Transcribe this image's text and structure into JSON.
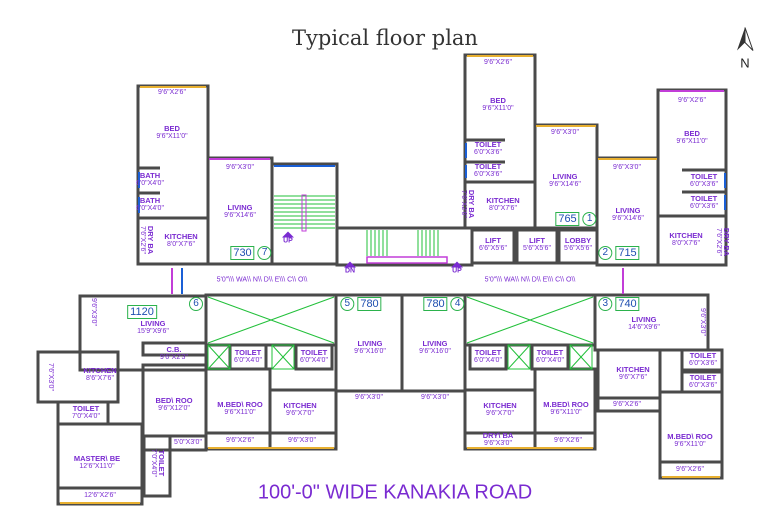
{
  "title": "Typical floor plan",
  "road_label": "100'-0\" WIDE KANAKIA ROAD",
  "compass": {
    "icon": "north-arrow-icon",
    "label": "N"
  },
  "colors": {
    "walls": "#4a4a4a",
    "text": "#7a2bd1",
    "area_box": "#2bb24c",
    "stairs": "#22c03a",
    "window": "#1a5fd6"
  },
  "corridor_text": "5'0\"\\\\\\ WA\\\\ N\\\\ D\\\\ E\\\\\\ C\\\\ O\\\\",
  "stairs": {
    "up": "UP",
    "dn": "DN"
  },
  "flats": [
    {
      "number": "1",
      "area": "765"
    },
    {
      "number": "2",
      "area": "715"
    },
    {
      "number": "3",
      "area": "740"
    },
    {
      "number": "4",
      "area": "780"
    },
    {
      "number": "5",
      "area": "780"
    },
    {
      "number": "6",
      "area": "1120"
    },
    {
      "number": "7",
      "area": "730"
    }
  ],
  "rooms": {
    "f7": {
      "balcony": "9'6\"X2'6\"",
      "bed": {
        "name": "BED",
        "size": "9'6\"X11'0\""
      },
      "bath1": {
        "name": "BATH",
        "size": "6'0\"X4'0\""
      },
      "bath2": {
        "name": "BATH",
        "size": "6'0\"X4'0\""
      },
      "dry": {
        "name": "DRY BA",
        "size": "7'6\"X2'6\""
      },
      "kitchen": {
        "name": "KITCHEN",
        "size": "8'0\"X7'6\""
      },
      "living_balcony": "9'6\"X3'0\"",
      "living": {
        "name": "LIVING",
        "size": "9'6\"X14'6\""
      }
    },
    "f1": {
      "balcony": "9'6\"X2'6\"",
      "bed": {
        "name": "BED",
        "size": "9'6\"X11'0\""
      },
      "toilet1": {
        "name": "TOILET",
        "size": "6'0\"X3'6\""
      },
      "toilet2": {
        "name": "TOILET",
        "size": "6'0\"X3'6\""
      },
      "dry": {
        "name": "DRY BA",
        "size": "7'6\"X2'6\""
      },
      "kitchen": {
        "name": "KITCHEN",
        "size": "8'0\"X7'6\""
      },
      "living_balcony": "9'6\"X3'0\"",
      "living": {
        "name": "LIVING",
        "size": "9'6\"X14'6\""
      }
    },
    "core": {
      "lift1": {
        "name": "LIFT",
        "size": "6'6\"X5'6\""
      },
      "lift2": {
        "name": "LIFT",
        "size": "5'6\"X5'6\""
      },
      "lobby": {
        "name": "LOBBY",
        "size": "5'6\"X5'6\""
      }
    },
    "f2": {
      "living_balcony": "9'6\"X3'0\"",
      "living": {
        "name": "LIVING",
        "size": "9'6\"X14'6\""
      },
      "balcony": "9'6\"X2'6\"",
      "bed": {
        "name": "BED",
        "size": "9'6\"X11'0\""
      },
      "toilet1": {
        "name": "TOILET",
        "size": "6'0\"X3'6\""
      },
      "toilet2": {
        "name": "TOILET",
        "size": "6'0\"X3'6\""
      },
      "kitchen": {
        "name": "KITCHEN",
        "size": "8'0\"X7'6\""
      },
      "dry": {
        "name": "DRY BA",
        "size": "7'6\"X2'6\""
      }
    },
    "f6": {
      "living": {
        "name": "LIVING",
        "size": "15'9\"X9'6\""
      },
      "living_balcony": "9'6\"X3'0\"",
      "kitchen": {
        "name": "KITCHEN",
        "size": "8'6\"X7'6\""
      },
      "kitchen_balcony": "7'6\"X3'0\"",
      "toilet": {
        "name": "TOILET",
        "size": "7'0\"X4'0\""
      },
      "master": {
        "name": "MASTER\\ BE",
        "size": "12'6\"X11'0\""
      },
      "master_balcony": "12'6\"X2'6\"",
      "cb": {
        "name": "C.B.",
        "size": "9'6\"X2'3\""
      },
      "bed": {
        "name": "BED\\ ROO",
        "size": "9'6\"X12'0\""
      },
      "bed_balcony": "5'0\"X3'0\"",
      "toilet2": {
        "name": "TOILET",
        "size": "7'0\"X4'0\""
      }
    },
    "f5": {
      "toilet1": {
        "name": "TOILET",
        "size": "6'0\"X4'0\""
      },
      "toilet2": {
        "name": "TOILET",
        "size": "6'0\"X4'0\""
      },
      "mbed": {
        "name": "M.BED\\ ROO",
        "size": "9'6\"X11'0\""
      },
      "mbed_balcony": "9'6\"X2'6\"",
      "kitchen": {
        "name": "KITCHEN",
        "size": "9'6\"X7'0\""
      },
      "kitchen_balcony": "9'6\"X3'0\"",
      "living": {
        "name": "LIVING",
        "size": "9'6\"X16'0\""
      },
      "living_balcony": "9'6\"X3'0\""
    },
    "f4": {
      "living": {
        "name": "LIVING",
        "size": "9'6\"X16'0\""
      },
      "living_balcony": "9'6\"X3'0\"",
      "toilet1": {
        "name": "TOILET",
        "size": "6'0\"X4'0\""
      },
      "toilet2": {
        "name": "TOILET",
        "size": "6'0\"X4'0\""
      },
      "kitchen": {
        "name": "KITCHEN",
        "size": "9'6\"X7'0\""
      },
      "dry": {
        "name": "DRY\\ BA",
        "size": "9'6\"X3'0\""
      },
      "mbed": {
        "name": "M.BED\\ ROO",
        "size": "9'6\"X11'0\""
      },
      "mbed_balcony": "9'6\"X2'6\""
    },
    "f3": {
      "living": {
        "name": "LIVING",
        "size": "14'6\"X9'6\""
      },
      "living_balcony": "9'6\"X3'0\"",
      "kitchen": {
        "name": "KITCHEN",
        "size": "9'6\"X7'6\""
      },
      "kitchen_balcony": "9'6\"X2'6\"",
      "toilet1": {
        "name": "TOILET",
        "size": "6'0\"X3'6\""
      },
      "toilet2": {
        "name": "TOILET",
        "size": "6'0\"X3'6\""
      },
      "mbed": {
        "name": "M.BED\\ ROO",
        "size": "9'6\"X11'0\""
      },
      "mbed_balcony": "9'6\"X2'6\""
    }
  }
}
